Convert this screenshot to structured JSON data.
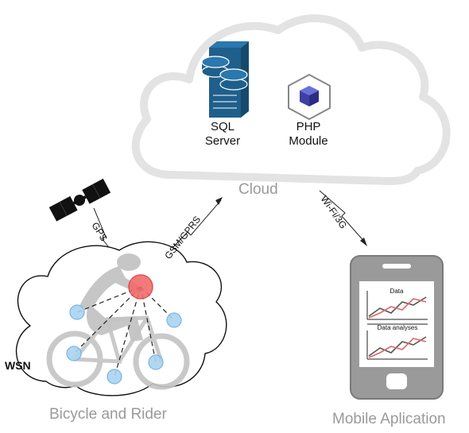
{
  "cloud": {
    "label": "Cloud",
    "sql_line1": "SQL",
    "sql_line2": "Server",
    "php_line1": "PHP",
    "php_line2": "Module"
  },
  "links": {
    "gps": "GPS",
    "gsm": "GSM/GPRS",
    "wifi": "Wi-Fi/3G"
  },
  "wsn": {
    "label": "WSN",
    "caption": "Bicycle and Rider"
  },
  "mobile": {
    "caption": "Mobile Aplication",
    "chart1_title": "Data",
    "chart2_title": "Data analyses"
  },
  "colors": {
    "cloud_outline": "#e0e0e0",
    "server_blue": "#1f5f8c",
    "sensor_fill": "#a9d3f2",
    "sensor_stroke": "#6aaee0",
    "hub_fill": "#f36b6b",
    "hub_stroke": "#d94747",
    "line_dark": "#333333",
    "line_red": "#e06666"
  }
}
